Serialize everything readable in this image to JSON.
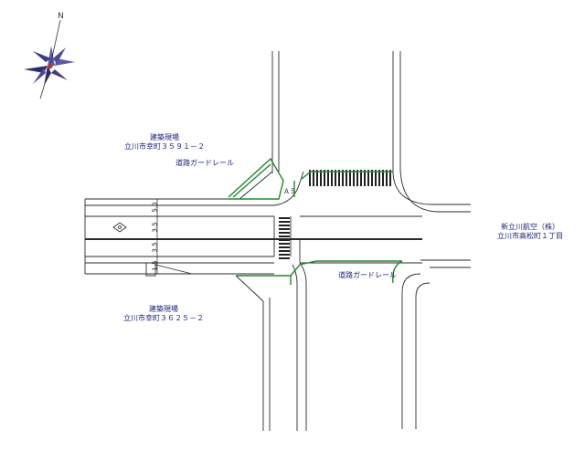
{
  "compass": {
    "north_label": "N",
    "colors": {
      "point": "#5a5aa8",
      "shade": "#2c2c6c",
      "center": "#d04040"
    }
  },
  "plan": {
    "top_left_lot": {
      "line1": "建築現場",
      "line2": "立川市幸町３５９１－２"
    },
    "bottom_left_lot": {
      "line1": "建築現場",
      "line2": "立川市幸町３６２５－２"
    },
    "right_site": {
      "line1": "新立川航空（株）",
      "line2": "立川市高松町１丁目"
    },
    "guardrail_top": "道路ガードレール",
    "guardrail_bottom": "道路ガードレール",
    "small_mark": "Ａ５",
    "width_marks": [
      "5.0",
      "3.5",
      "3.5",
      "1.5"
    ],
    "colors": {
      "line": "#2b2b2b",
      "green": "#1f8a2e",
      "label": "#1a237e"
    }
  }
}
